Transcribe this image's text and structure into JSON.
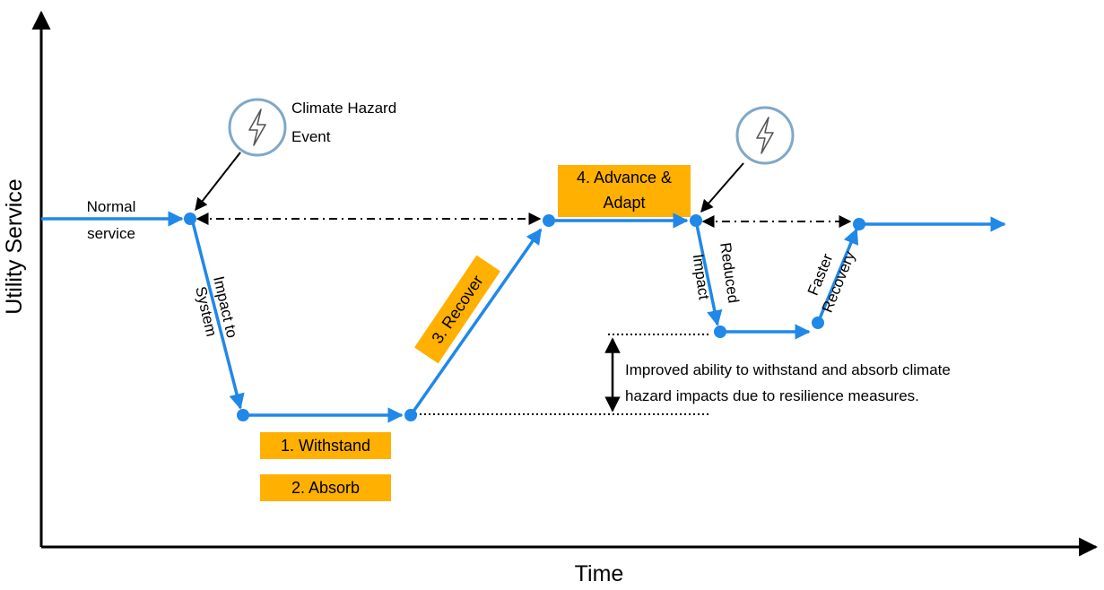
{
  "axes": {
    "y_label": "Utility Service",
    "x_label": "Time"
  },
  "labels": {
    "normal_service": [
      "Normal",
      "service"
    ],
    "hazard_event": [
      "Climate Hazard",
      "Event"
    ],
    "impact_to_system": [
      "Impact to",
      "System"
    ],
    "reduced_impact": [
      "Reduced",
      "Impact"
    ],
    "faster_recovery": [
      "Faster",
      "Recovery"
    ],
    "improvement_note": [
      "Improved ability to withstand and absorb climate",
      "hazard impacts due to resilience measures."
    ]
  },
  "stages": {
    "withstand": "1. Withstand",
    "absorb": "2. Absorb",
    "recover": "3. Recover",
    "advance_adapt": [
      "4. Advance &",
      "Adapt"
    ]
  },
  "colors": {
    "curve": "#2088e8",
    "stage_box": "#ffb000",
    "icon_ring": "#7fa8c9",
    "axis": "#000000"
  },
  "icons": {
    "hazard_1": "lightning-bolt-icon",
    "hazard_2": "lightning-bolt-icon"
  }
}
